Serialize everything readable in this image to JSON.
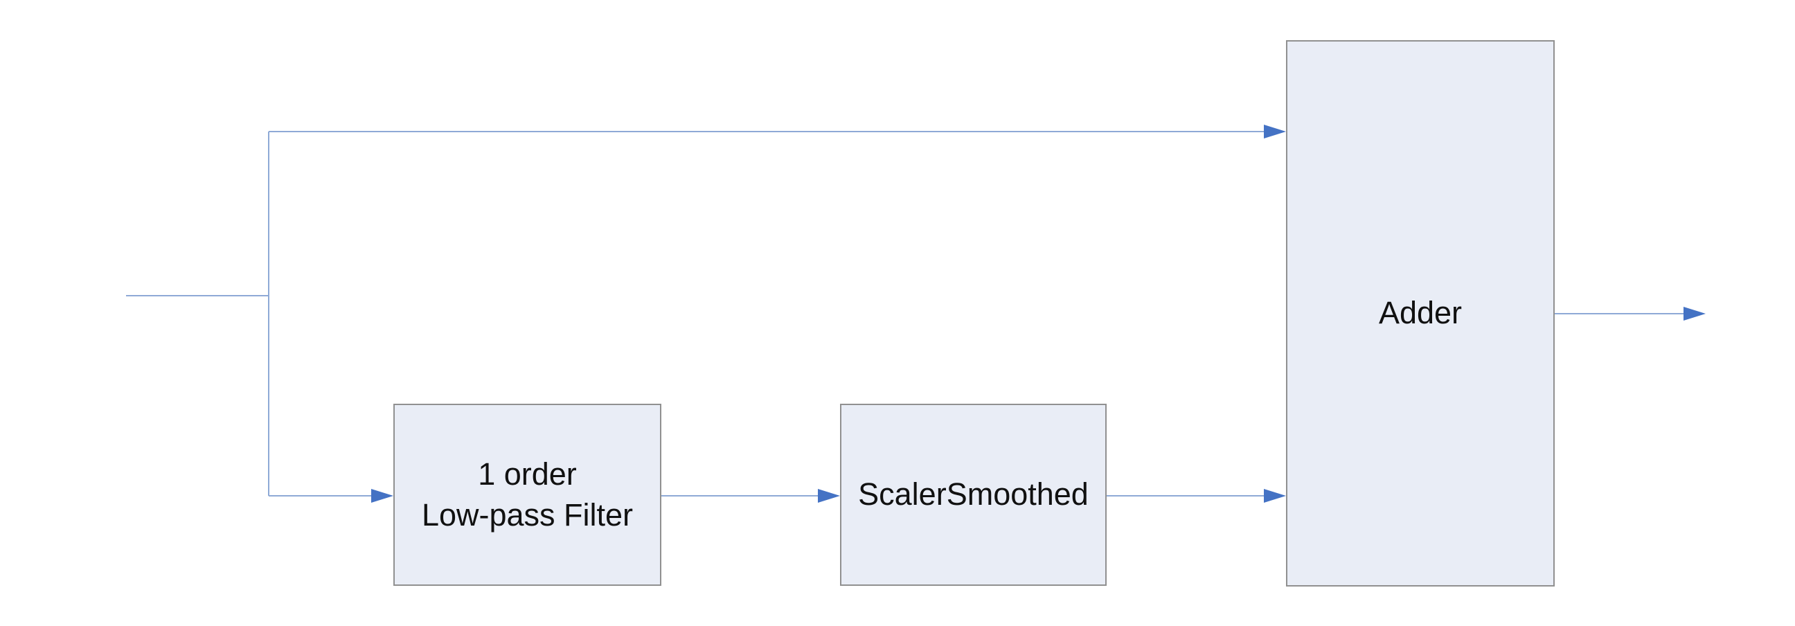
{
  "diagram": {
    "type": "block-diagram",
    "nodes": [
      {
        "id": "lowpass-filter",
        "label": "1 order\nLow-pass Filter"
      },
      {
        "id": "scaler-smoothed",
        "label": "ScalerSmoothed"
      },
      {
        "id": "adder",
        "label": "Adder"
      }
    ],
    "edges": [
      {
        "id": "input-to-branch",
        "from": "input",
        "to": "branch-tee",
        "arrow": false
      },
      {
        "id": "branch-vertical",
        "from": "branch-tee",
        "to": "branch-tee",
        "arrow": false
      },
      {
        "id": "branch-to-adder-top",
        "from": "branch-tee",
        "to": "adder",
        "arrow": true
      },
      {
        "id": "branch-to-lowpass",
        "from": "branch-tee",
        "to": "lowpass-filter",
        "arrow": true
      },
      {
        "id": "lowpass-to-scaler",
        "from": "lowpass-filter",
        "to": "scaler-smoothed",
        "arrow": true
      },
      {
        "id": "scaler-to-adder",
        "from": "scaler-smoothed",
        "to": "adder",
        "arrow": true
      },
      {
        "id": "adder-output",
        "from": "adder",
        "to": "output",
        "arrow": true
      }
    ],
    "colors": {
      "node_fill": "#e9edf6",
      "node_border": "#909090",
      "connector_line": "#8ea9d6",
      "arrowhead": "#4472c4",
      "label_text": "#111111",
      "background": "#ffffff"
    }
  }
}
